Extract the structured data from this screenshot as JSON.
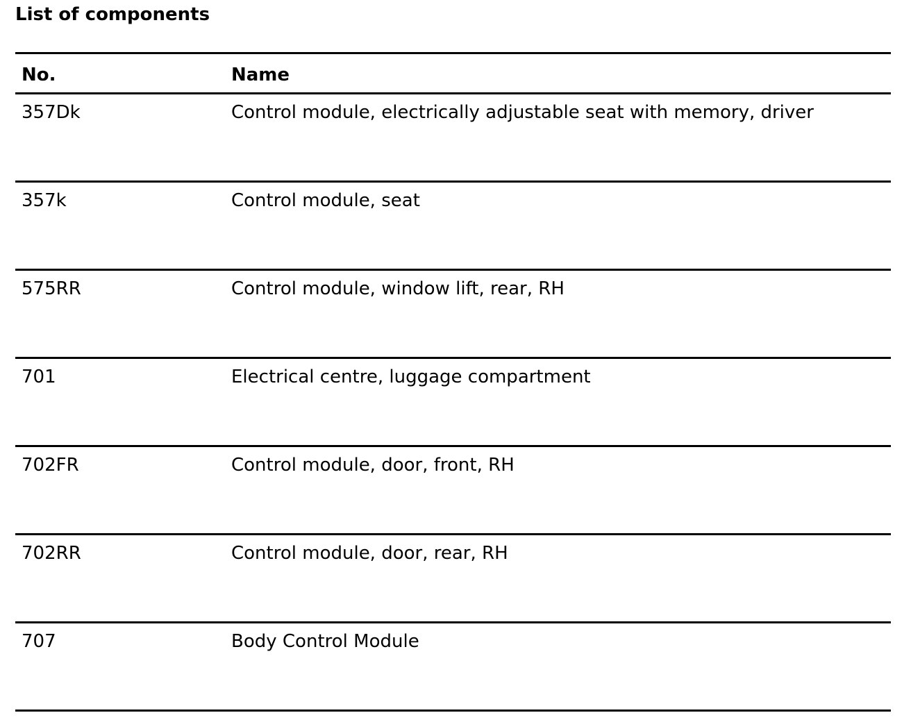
{
  "title": "List of components",
  "table": {
    "headers": {
      "no": "No.",
      "name": "Name"
    },
    "rows": [
      {
        "no": "357Dk",
        "name": "Control module, electrically adjustable seat with memory, driver"
      },
      {
        "no": "357k",
        "name": "Control module, seat"
      },
      {
        "no": "575RR",
        "name": "Control module, window lift, rear, RH"
      },
      {
        "no": "701",
        "name": "Electrical centre, luggage compartment"
      },
      {
        "no": "702FR",
        "name": "Control module, door, front, RH"
      },
      {
        "no": "702RR",
        "name": "Control module, door, rear, RH"
      },
      {
        "no": "707",
        "name": "Body Control Module"
      }
    ]
  }
}
